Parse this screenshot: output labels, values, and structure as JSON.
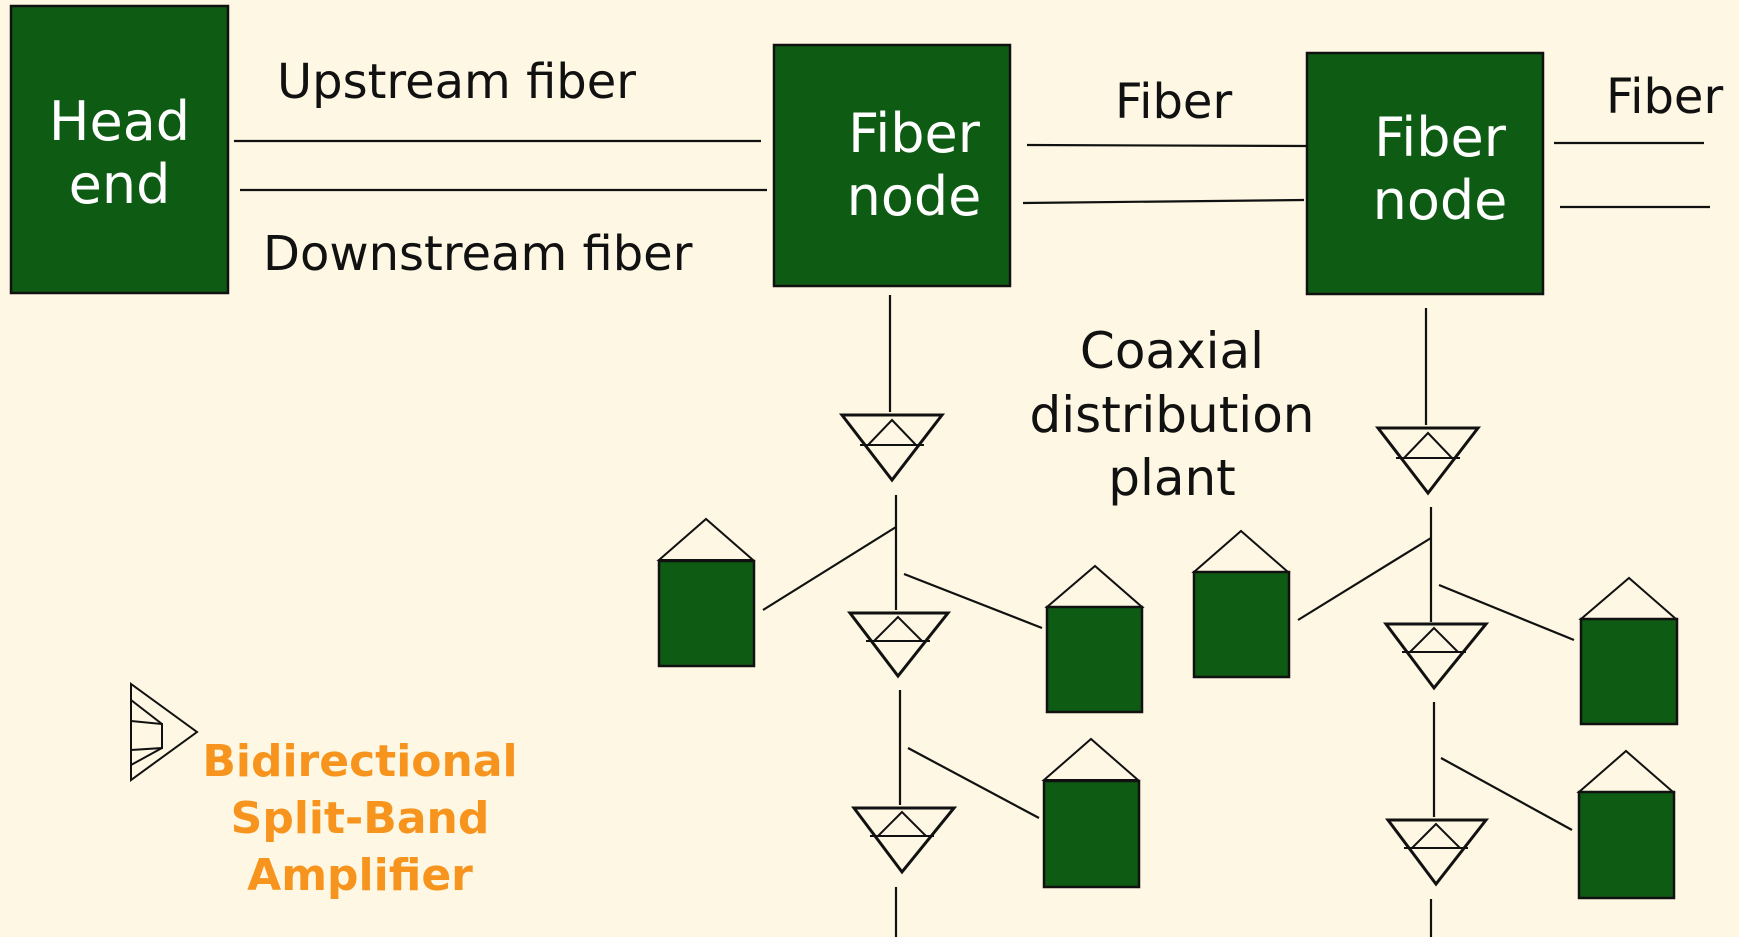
{
  "headend": {
    "line1": "Head",
    "line2": "end"
  },
  "upstream_label": "Upstream fiber",
  "downstream_label": "Downstream fiber",
  "fiber_node_1": {
    "line1": "Fiber",
    "line2": "node"
  },
  "fiber_node_2": {
    "line1": "Fiber",
    "line2": "node"
  },
  "fiber_label_1": "Fiber",
  "fiber_label_2": "Fiber",
  "coax": {
    "line1": "Coaxial",
    "line2": "distribution",
    "line3": "plant"
  },
  "legend": {
    "line1": "Bidirectional",
    "line2": "Split-Band",
    "line3": "Amplifier"
  },
  "colors": {
    "box": "#0e5c14",
    "background": "#fdf7e3",
    "legend_text": "#f7941d"
  }
}
